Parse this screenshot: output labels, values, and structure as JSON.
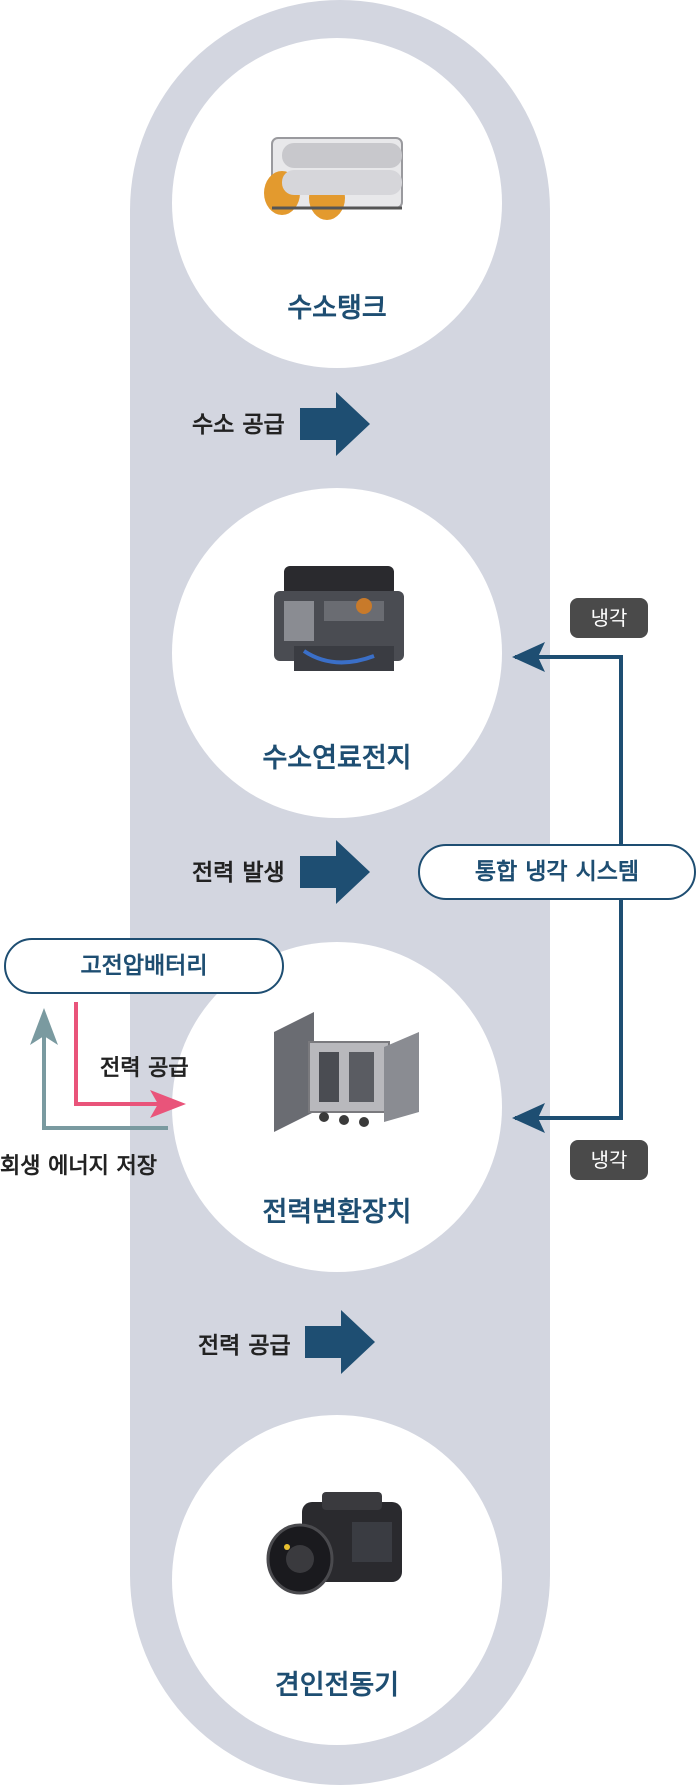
{
  "components": [
    {
      "id": "tank",
      "label": "수소탱크"
    },
    {
      "id": "fuelcell",
      "label": "수소연료전지"
    },
    {
      "id": "converter",
      "label": "전력변환장치"
    },
    {
      "id": "motor",
      "label": "견인전동기"
    }
  ],
  "flows": [
    {
      "label": "수소 공급"
    },
    {
      "label": "전력 발생"
    },
    {
      "label": "전력 공급"
    }
  ],
  "cooling": {
    "system_label": "통합 냉각 시스템",
    "tag_top": "냉각",
    "tag_bottom": "냉각"
  },
  "battery": {
    "label": "고전압배터리",
    "supply_label": "전력 공급",
    "regen_label": "회생 에너지 저장"
  },
  "colors": {
    "pill_bg": "#d3d6e0",
    "navy": "#1e4e72",
    "pink": "#e9547a",
    "teal_gray": "#7a9aa0",
    "tag_bg": "#4a4a4a"
  }
}
